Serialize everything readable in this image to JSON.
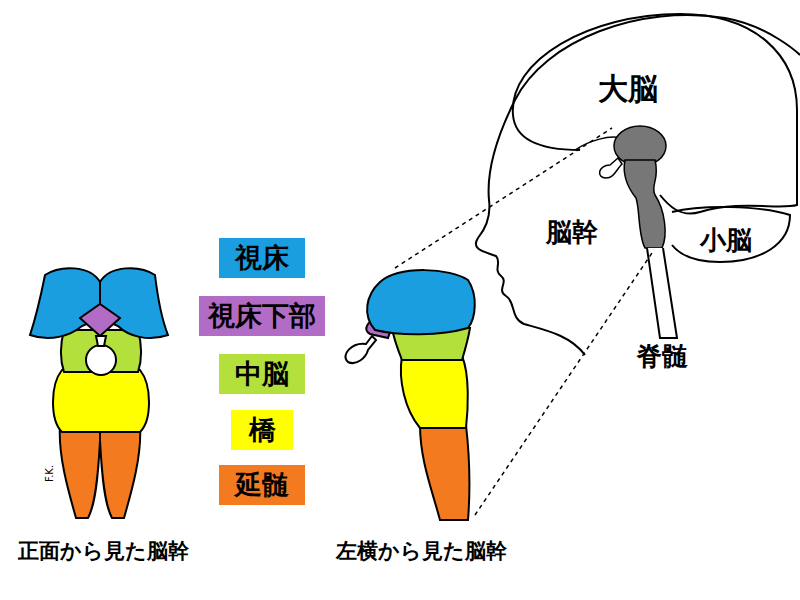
{
  "diagram": {
    "labels": [
      "大脳",
      "脳幹",
      "小脳",
      "脊髄",
      "正面から見た脳幹",
      "左横から見た脳幹",
      "F.K."
    ],
    "legend": [
      {
        "text": "視床",
        "color": "#1a9ee0"
      },
      {
        "text": "視床下部",
        "color": "#b36cc5"
      },
      {
        "text": "中脳",
        "color": "#b3e03a"
      },
      {
        "text": "橋",
        "color": "#ffff00"
      },
      {
        "text": "延髄",
        "color": "#f47a20"
      }
    ]
  }
}
